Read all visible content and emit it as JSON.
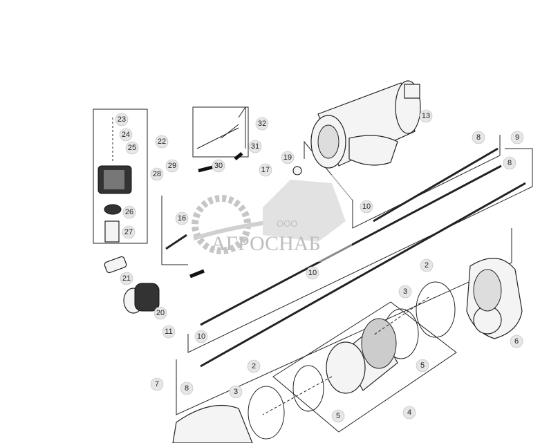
{
  "diagram": {
    "callouts": [
      "23",
      "24",
      "25",
      "22",
      "28",
      "29",
      "30",
      "32",
      "31",
      "17",
      "19",
      "13",
      "8",
      "9",
      "8",
      "16",
      "10",
      "26",
      "27",
      "21",
      "20",
      "10",
      "2",
      "3",
      "11",
      "10",
      "6",
      "5",
      "7",
      "8",
      "2",
      "3",
      "5",
      "4"
    ],
    "watermark": {
      "prefix": "ООО",
      "name": "АГРОСНАБ"
    }
  }
}
